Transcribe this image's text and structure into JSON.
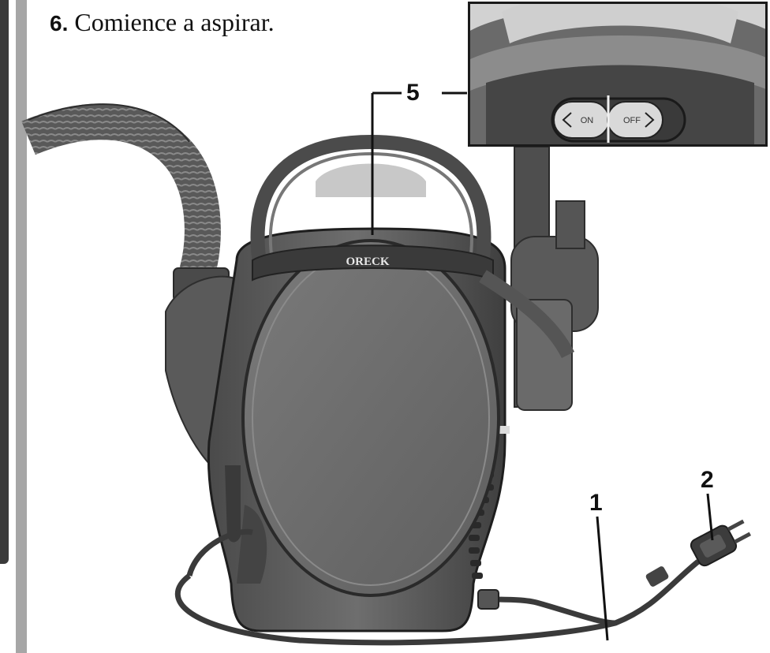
{
  "step": {
    "number": "6.",
    "text": "Comience a aspirar."
  },
  "brand_label": "ORECK",
  "switch": {
    "on_label": "ON",
    "off_label": "OFF"
  },
  "callouts": {
    "power_switch": "5",
    "cord": "1",
    "plug": "2"
  }
}
